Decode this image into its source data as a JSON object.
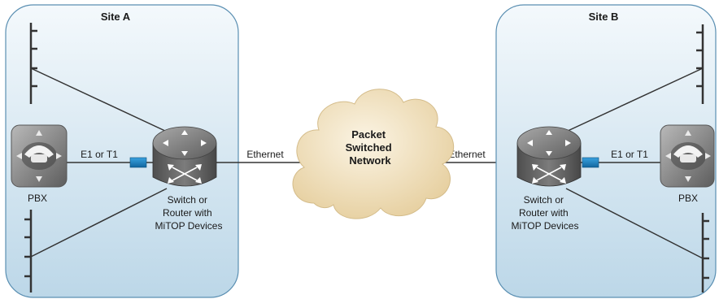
{
  "site_a": {
    "title": "Site A",
    "pbx_label": "PBX",
    "link_label": "E1 or T1",
    "device_label_lines": [
      "Switch or",
      "Router with",
      "MiTOP Devices"
    ]
  },
  "site_b": {
    "title": "Site B",
    "pbx_label": "PBX",
    "link_label": "E1 or T1",
    "device_label_lines": [
      "Switch or",
      "Router with",
      "MiTOP Devices"
    ]
  },
  "cloud": {
    "label_lines": [
      "Packet",
      "Switched",
      "Network"
    ]
  },
  "links": {
    "left_ethernet": "Ethernet",
    "right_ethernet": "Ethernet"
  },
  "colors": {
    "site_fill_top": "#f4f9fc",
    "site_fill_bottom": "#bcd7e8",
    "site_border": "#5a8fb2",
    "mitop_module": "#1e86c8",
    "cloud_fill": "#f1e2c2",
    "cloud_shadow": "#d8c092",
    "router_body": "#6d6d6d",
    "line": "#333333"
  }
}
